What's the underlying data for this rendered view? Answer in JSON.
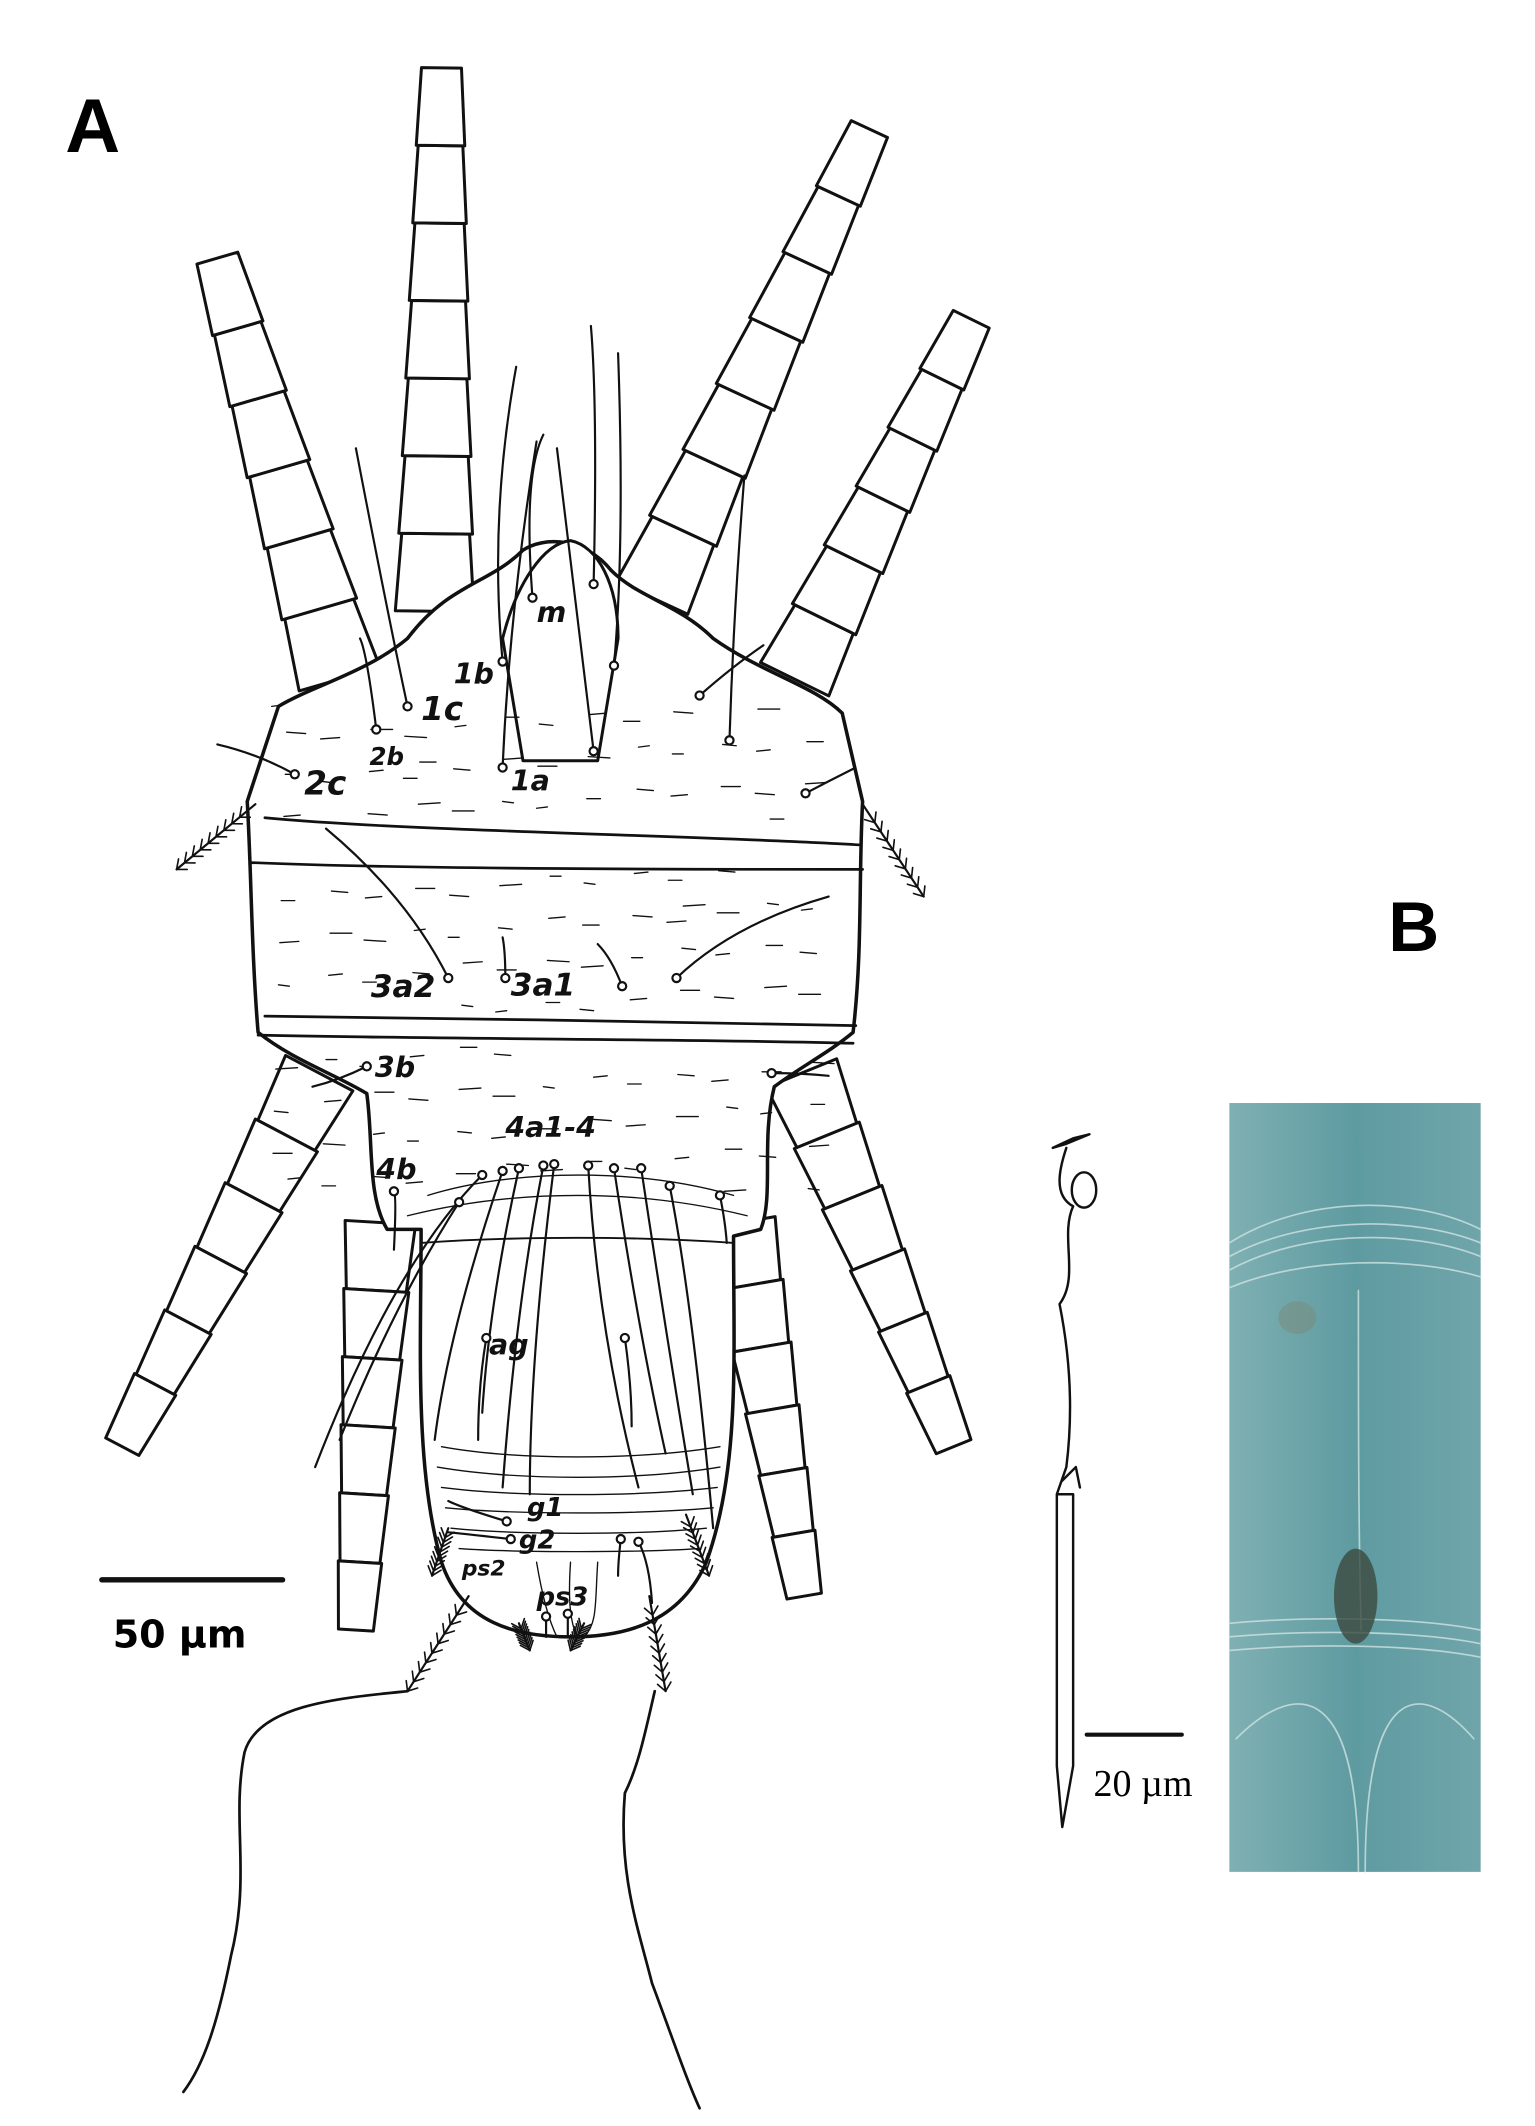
{
  "panels": {
    "a": "A",
    "b": "B"
  },
  "setae_labels": {
    "m": "m",
    "s1b": "1b",
    "s1c": "1c",
    "s2b": "2b",
    "s2c": "2c",
    "s1a": "1a",
    "s3a2": "3a2",
    "s3a1": "3a1",
    "s3b": "3b",
    "s4a": "4a1-4",
    "s4b": "4b",
    "ag": "ag",
    "g1": "g1",
    "g2": "g2",
    "ps2": "ps2",
    "ps3": "ps3"
  },
  "scale_bars": {
    "a": "50 µm",
    "b": "20 µm"
  },
  "colors": {
    "ink": "#111111",
    "photo": "#5e9ba1"
  }
}
